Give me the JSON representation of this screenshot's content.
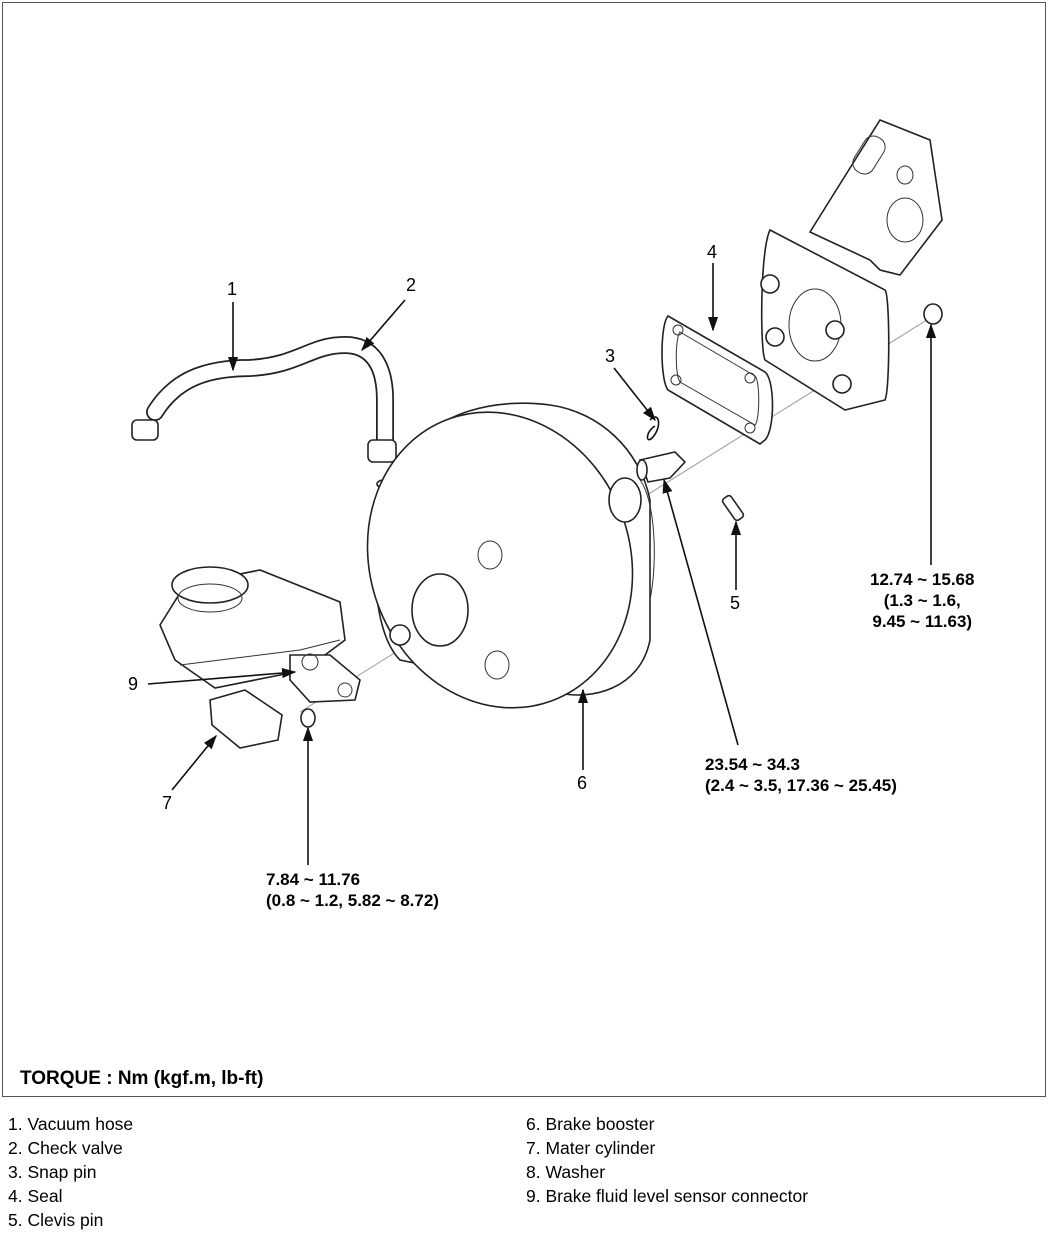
{
  "callouts": {
    "c1": "1",
    "c2": "2",
    "c3": "3",
    "c4": "4",
    "c5": "5",
    "c6": "6",
    "c7": "7",
    "c9": "9"
  },
  "torques": {
    "t_nut": [
      "12.74 ~ 15.68",
      "(1.3 ~ 1.6,",
      "9.45 ~ 11.63)"
    ],
    "t_clevis": [
      "23.54 ~ 34.3",
      "(2.4 ~ 3.5, 17.36 ~ 25.45)"
    ],
    "t_mc": [
      "7.84 ~ 11.76",
      "(0.8 ~ 1.2, 5.82 ~ 8.72)"
    ]
  },
  "torque_unit_label": "TORQUE : Nm (kgf.m, lb-ft)",
  "legend": {
    "left": [
      "1. Vacuum hose",
      "2. Check valve",
      "3. Snap pin",
      "4. Seal",
      "5. Clevis pin"
    ],
    "right": [
      "6. Brake booster",
      "7. Mater cylinder",
      "8. Washer",
      "9. Brake fluid level sensor connector"
    ]
  }
}
